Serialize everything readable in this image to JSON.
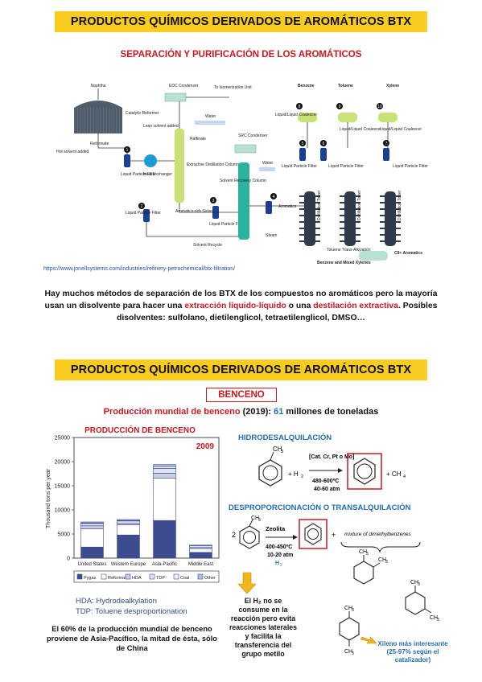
{
  "section1": {
    "banner": "PRODUCTOS QUÍMICOS DERIVADOS DE AROMÁTICOS BTX",
    "subtitle": "SEPARACIÓN Y PURIFICACIÓN DE LOS AROMÁTICOS",
    "diagram": {
      "naphtha": "Naphtha",
      "catalytic_reformer": "Catalytic Reformer",
      "reformate": "Reformate",
      "hot_solvent": "Hot solvent added",
      "lean_solvent": "Lean solvent added",
      "edc_condenser": "EDC Condenser",
      "to_isomerization": "To Isomerization Unit",
      "water1": "Water",
      "raffinate": "Raffinate",
      "heat_exchanger": "Heat Exchanger",
      "edc_column": "Extractive Distillation Column",
      "src_condenser": "SRC Condenser",
      "water2": "Water",
      "solvent_recovery": "Solvent Recovery Column",
      "aromatics_rich": "Aromatics-rich Solvent",
      "aromatics": "Aromatics",
      "steam": "Steam",
      "solvent_recycle": "Solvent Recycle",
      "lpf": "Liquid Particle Filter",
      "llc": "Liquid/Liquid Coalescer",
      "benzene": "Benzene",
      "toluene": "Toluene",
      "xylene": "Xylene",
      "distillation_tower": "Distillation Tower",
      "toluene_trans": "Toluene Trans-Alkylation",
      "c9": "C9+ Aromatics",
      "benzene_mixed": "Benzene and Mixed Xylenes",
      "n1": "1",
      "n2": "2",
      "n3": "3",
      "n4": "4",
      "n5": "5",
      "n6": "6",
      "n7": "7",
      "n8": "8",
      "n9": "9",
      "n10": "10"
    },
    "url": "https://www.jonellsystems.com/industries/refinery-petrochemical/btx-filtration/",
    "para_a": "Hay muchos métodos de separación de los BTX de los compuestos no aromáticos pero la mayoría usan un disolvente para hacer una ",
    "para_hl1": "extracción líquido-líquido",
    "para_b": " o una ",
    "para_hl2": "destilación extractiva",
    "para_c": ". Posibles disolventes: sulfolano, dietilenglicol, tetraetilenglicol, DMSO…"
  },
  "section2": {
    "banner": "PRODUCTOS QUÍMICOS DERIVADOS DE AROMÁTICOS BTX",
    "box_title": "BENCENO",
    "prod_a": "Producción mundial de benceno",
    "prod_b": " (2019): ",
    "prod_num": "61",
    "prod_c": " millones de toneladas",
    "chart_title": "PRODUCCIÓN DE BENCENO",
    "hda_note": "HDA: Hydrodealkylation",
    "tdp_note": "TDP: Toluene desproportionation",
    "asia_note": "El 60% de la producción mundial de benceno proviene de Asia-Pacífico, la mitad de ésta, sólo de China",
    "hydro_title": "HIDRODESALQUILACIÓN",
    "ch3": "CH",
    "sub3": "3",
    "plus_h2": "+ H",
    "sub2": "2",
    "cat": "[Cat. Cr, Pt o Mo]",
    "temp1": "480-600ºC",
    "press1": "40-60 atm",
    "plus_ch4": "+ CH",
    "sub4": "4",
    "disp_title": "DESPROPORCIONACIÓN O TRANSALQUILACIÓN",
    "coef2": "2",
    "zeolita": "Zeolita",
    "temp2": "400-450ºC",
    "press2": "10-20 atm",
    "h2label": "H",
    "plus": "+",
    "mixture": "mixture of dimethylbenzenes",
    "h2_note": "El H₂ no se consume en la reacción pero evita reacciones laterales y facilita la transferencia del grupo metilo",
    "xyl_note": "Xileno más interesante (25-97% según el catalizador)"
  },
  "chart_data": {
    "type": "bar",
    "title": "PRODUCCIÓN DE BENCENO",
    "year_label": "2009",
    "ylabel": "Thousand tons per year",
    "ylim": [
      0,
      25000
    ],
    "yticks": [
      0,
      5000,
      10000,
      15000,
      20000,
      25000
    ],
    "categories": [
      "United States",
      "Western Europe",
      "Asia-Pacific",
      "Middle East"
    ],
    "series": [
      {
        "name": "Pygas",
        "values": [
          2300,
          4800,
          7800,
          1200
        ]
      },
      {
        "name": "Reformate",
        "values": [
          3800,
          2100,
          8800,
          800
        ]
      },
      {
        "name": "HDA",
        "values": [
          600,
          300,
          1000,
          200
        ]
      },
      {
        "name": "TDP",
        "values": [
          500,
          500,
          1000,
          400
        ]
      },
      {
        "name": "Coal",
        "values": [
          100,
          100,
          400,
          0
        ]
      },
      {
        "name": "Other",
        "values": [
          200,
          200,
          400,
          100
        ]
      }
    ],
    "colors": [
      "#3d4b8f",
      "#ffffff",
      "#c9cfe6",
      "#dfe3f2",
      "#eef0f8",
      "#b5bcdc"
    ],
    "legend": "bottom"
  }
}
